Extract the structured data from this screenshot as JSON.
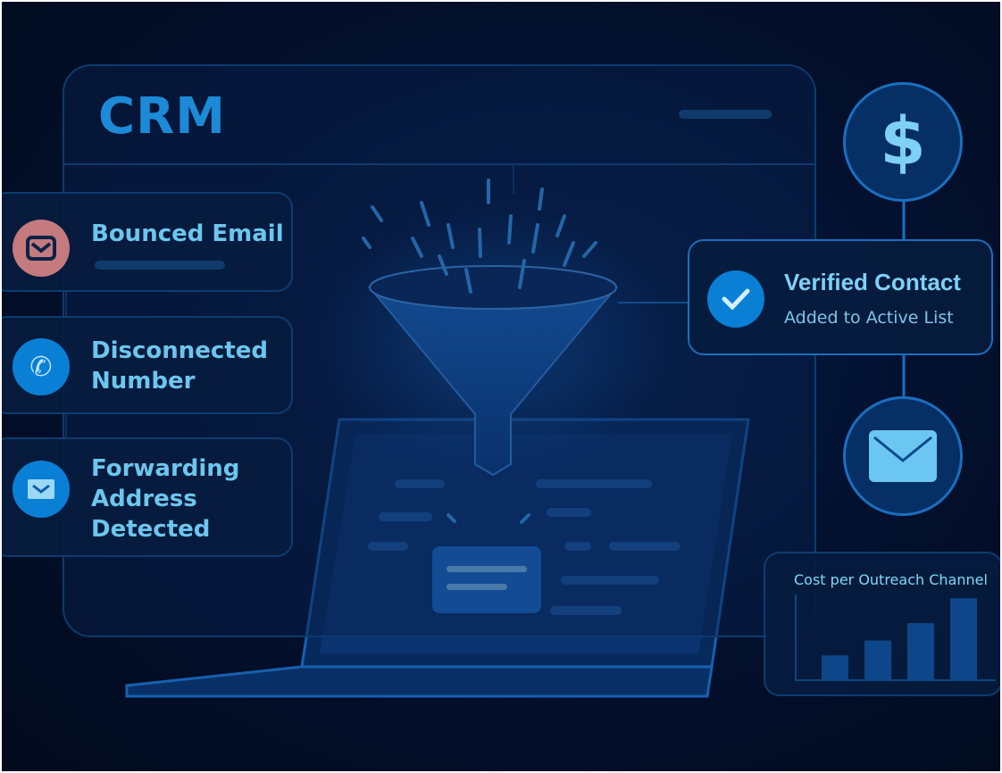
{
  "crm": {
    "title": "CRM"
  },
  "issues": [
    {
      "label": "Bounced Email",
      "icon": "envelope-icon",
      "color": "#c47a7e"
    },
    {
      "label": "Disconnected Number",
      "icon": "phone-icon",
      "color": "#0a7fd6"
    },
    {
      "label": "Forwarding Address Detected",
      "icon": "envelope-icon",
      "color": "#0a7fd6"
    }
  ],
  "verified": {
    "title": "Verified Contact",
    "subtitle": "Added to Active List"
  },
  "icons": {
    "dollar": "$"
  },
  "chart_data": {
    "type": "bar",
    "title": "Cost per Outreach Channel",
    "values": [
      1,
      1.6,
      2.3,
      3.3
    ],
    "ylim": [
      0,
      3.6
    ]
  }
}
